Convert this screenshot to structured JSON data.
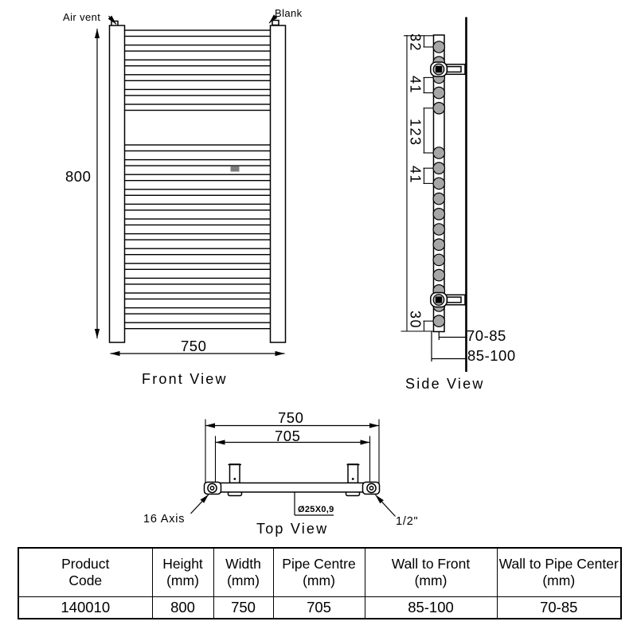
{
  "front_view": {
    "title": "Front View",
    "air_vent_label": "Air vent",
    "blank_label": "Blank",
    "height_dim": "800",
    "width_dim": "750"
  },
  "side_view": {
    "title": "Side View",
    "dim_top_to_first_rung": "32",
    "dim_rung_pitch_upper": "41",
    "dim_middle_gap": "123",
    "dim_rung_pitch_lower": "41",
    "dim_last_rung_to_bottom": "30",
    "dim_wall_to_pipe_center": "70-85",
    "dim_wall_to_front": "85-100"
  },
  "top_view": {
    "title": "Top View",
    "dim_overall_width": "750",
    "dim_pipe_centre": "705",
    "axis_label": "16 Axis",
    "tube_spec_label": "Ø25X0,9",
    "connection_label": "1/2\""
  },
  "table": {
    "headers": [
      {
        "line1": "Product",
        "line2": "Code"
      },
      {
        "line1": "Height",
        "line2": "(mm)"
      },
      {
        "line1": "Width",
        "line2": "(mm)"
      },
      {
        "line1": "Pipe Centre",
        "line2": "(mm)"
      },
      {
        "line1": "Wall to Front",
        "line2": "(mm)"
      },
      {
        "line1": "Wall to Pipe Center",
        "line2": "(mm)"
      }
    ],
    "values": [
      "140010",
      "800",
      "750",
      "705",
      "85-100",
      "70-85"
    ]
  }
}
